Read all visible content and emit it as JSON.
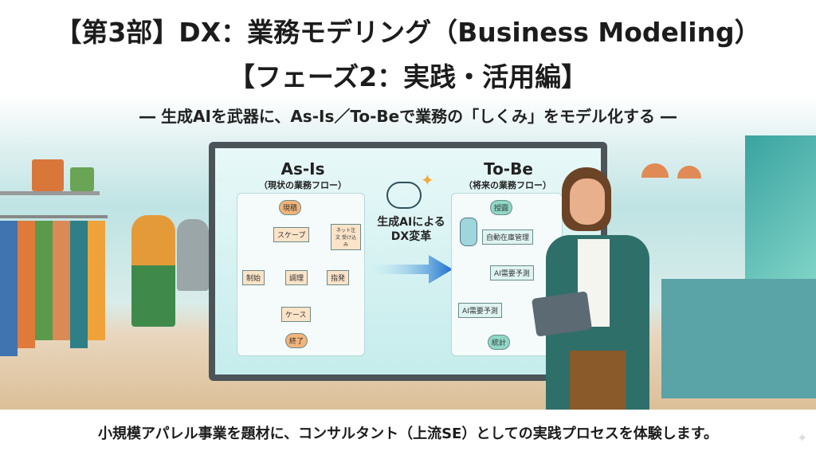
{
  "header": {
    "title_line1": "【第3部】DX：業務モデリング（Business Modeling）",
    "title_line2": "【フェーズ2：実践・活用編】",
    "subtitle": "― 生成AIを武器に、As-Is／To-Beで業務の「しくみ」をモデル化する ―"
  },
  "whiteboard": {
    "as_is": {
      "title": "As-Is",
      "caption": "（現状の業務フロー）",
      "nodes": [
        "現積",
        "スケープ",
        "ネット注文 受け込み",
        "制始",
        "調理",
        "指発",
        "ケース",
        "終了"
      ]
    },
    "center_label_line1": "生成AIによる",
    "center_label_line2": "DX変革",
    "to_be": {
      "title": "To-Be",
      "caption": "（将来の業務フロー）",
      "nodes": [
        "授圓",
        "自動在庫管理",
        "AI需要予測",
        "AI需要予測",
        "統計"
      ]
    }
  },
  "footer": {
    "text": "小規模アパレル事業を題材に、コンサルタント（上流SE）としての実践プロセスを体験します。"
  },
  "colors": {
    "accent_orange": "#f2b47a",
    "accent_teal": "#8fd8c8",
    "arrow_blue": "#1d6fd0"
  }
}
